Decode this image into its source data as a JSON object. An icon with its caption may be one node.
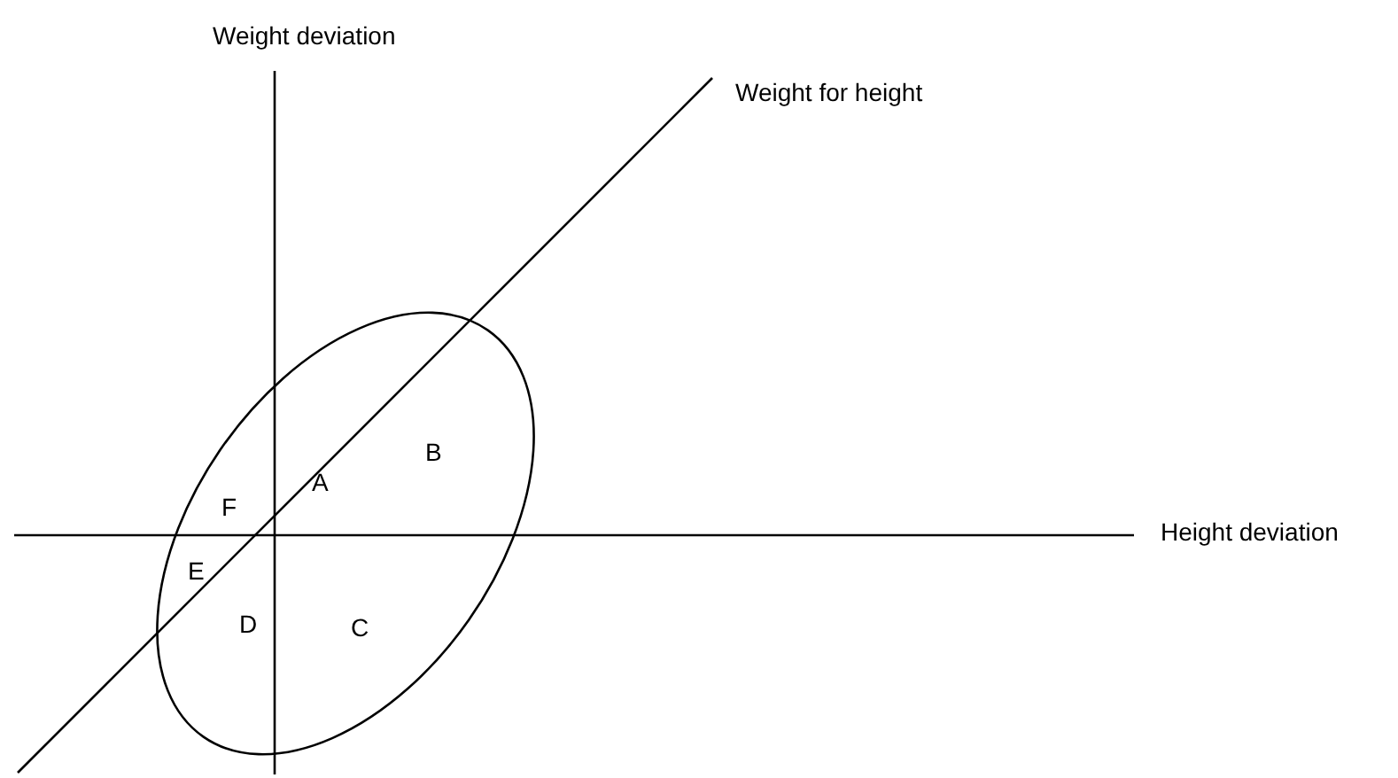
{
  "diagram": {
    "labels": [
      "Weight deviation",
      "Weight for height",
      "Height deviation",
      "A",
      "B",
      "F",
      "E",
      "D",
      "C"
    ]
  }
}
